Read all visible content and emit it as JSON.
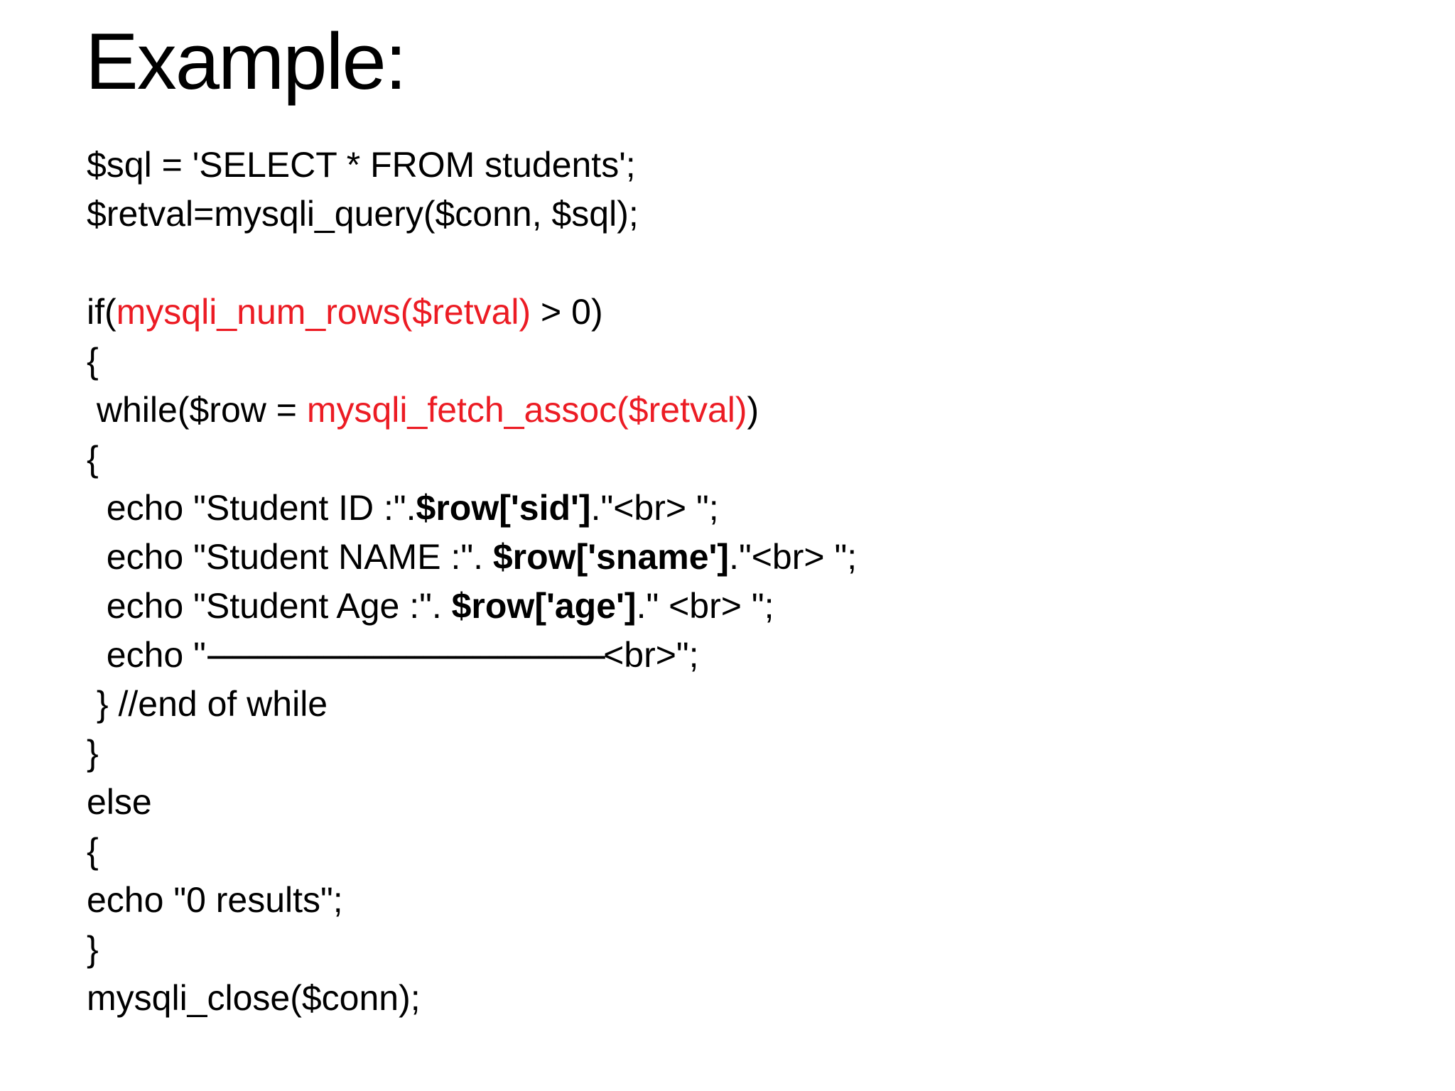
{
  "slide": {
    "title": "Example:",
    "colors": {
      "background": "#ffffff",
      "text": "#000000",
      "code_red": "#ec1c24"
    },
    "code_lines": [
      {
        "segments": [
          {
            "text": "$sql = 'SELECT * FROM students';"
          }
        ]
      },
      {
        "segments": [
          {
            "text": "$retval=mysqli_query($conn, $sql);"
          }
        ]
      },
      {
        "segments": [
          {
            "text": ""
          }
        ]
      },
      {
        "segments": [
          {
            "text": "if("
          },
          {
            "text": "mysqli_num_rows($retval)",
            "color": "red"
          },
          {
            "text": " > 0)"
          }
        ]
      },
      {
        "segments": [
          {
            "text": "{"
          }
        ]
      },
      {
        "segments": [
          {
            "text": " while($row = "
          },
          {
            "text": "mysqli_fetch_assoc($retval)",
            "color": "red"
          },
          {
            "text": ")"
          }
        ]
      },
      {
        "segments": [
          {
            "text": "{"
          }
        ]
      },
      {
        "segments": [
          {
            "text": "  echo \"Student ID :\"."
          },
          {
            "text": "$row['sid']",
            "bold": true
          },
          {
            "text": ".\"<br> \";"
          }
        ]
      },
      {
        "segments": [
          {
            "text": "  echo \"Student NAME :\". "
          },
          {
            "text": "$row['sname']",
            "bold": true
          },
          {
            "text": ".\"<br> \";"
          }
        ]
      },
      {
        "segments": [
          {
            "text": "  echo \"Student Age :\". "
          },
          {
            "text": "$row['age']",
            "bold": true
          },
          {
            "text": ".\" <br> \";"
          }
        ]
      },
      {
        "segments": [
          {
            "text": "  echo \""
          },
          {
            "text": "------------------------------------------------",
            "dashes": true
          },
          {
            "text": "<br>\";"
          }
        ]
      },
      {
        "segments": [
          {
            "text": " } //end of while"
          }
        ]
      },
      {
        "segments": [
          {
            "text": "}"
          }
        ]
      },
      {
        "segments": [
          {
            "text": "else"
          }
        ]
      },
      {
        "segments": [
          {
            "text": "{"
          }
        ]
      },
      {
        "segments": [
          {
            "text": "echo \"0 results\";"
          }
        ]
      },
      {
        "segments": [
          {
            "text": "}"
          }
        ]
      },
      {
        "segments": [
          {
            "text": "mysqli_close($conn);"
          }
        ]
      }
    ]
  }
}
